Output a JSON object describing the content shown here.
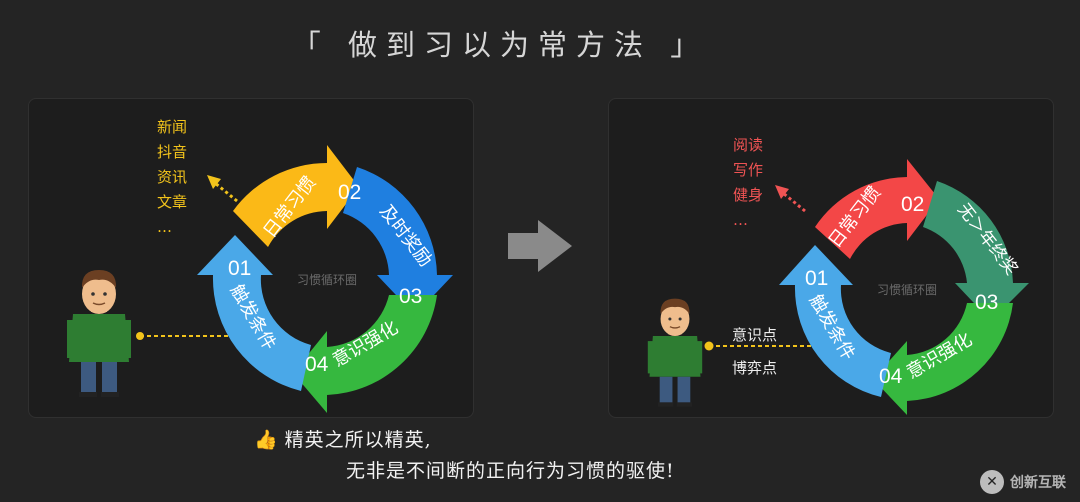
{
  "title": "「 做到习以为常方法 」",
  "left_panel": {
    "topics": [
      "新闻",
      "抖音",
      "资讯",
      "文章",
      "…"
    ],
    "cycle_center": "习惯循环圈",
    "segments": [
      {
        "number": "02",
        "label": "日常习惯"
      },
      {
        "number": "03",
        "label": "及时奖励"
      },
      {
        "number": "04",
        "label": "意识强化"
      },
      {
        "number": "01",
        "label": "触发条件"
      }
    ],
    "colors": {
      "seg02": "#fbb917",
      "seg03": "#1f7fe0",
      "seg04": "#36b83f",
      "seg01": "#4aa8e8",
      "topics": "#f2c31b"
    }
  },
  "right_panel": {
    "topics": [
      "阅读",
      "写作",
      "健身",
      "…"
    ],
    "cycle_center": "习惯循环圈",
    "segments": [
      {
        "number": "02",
        "label": "日常习惯"
      },
      {
        "number": "03",
        "label": "无＞年终奖"
      },
      {
        "number": "04",
        "label": "意识强化"
      },
      {
        "number": "01",
        "label": "触发条件"
      }
    ],
    "points": [
      "意识点",
      "博弈点"
    ],
    "colors": {
      "seg02": "#f34747",
      "seg03": "#3a9470",
      "seg04": "#36b83f",
      "seg01": "#4aa8e8",
      "topics": "#f05454"
    }
  },
  "footer": {
    "line1": "精英之所以精英,",
    "line2": "无非是不间断的正向行为习惯的驱使!"
  },
  "watermark": {
    "brand": "创新互联"
  }
}
